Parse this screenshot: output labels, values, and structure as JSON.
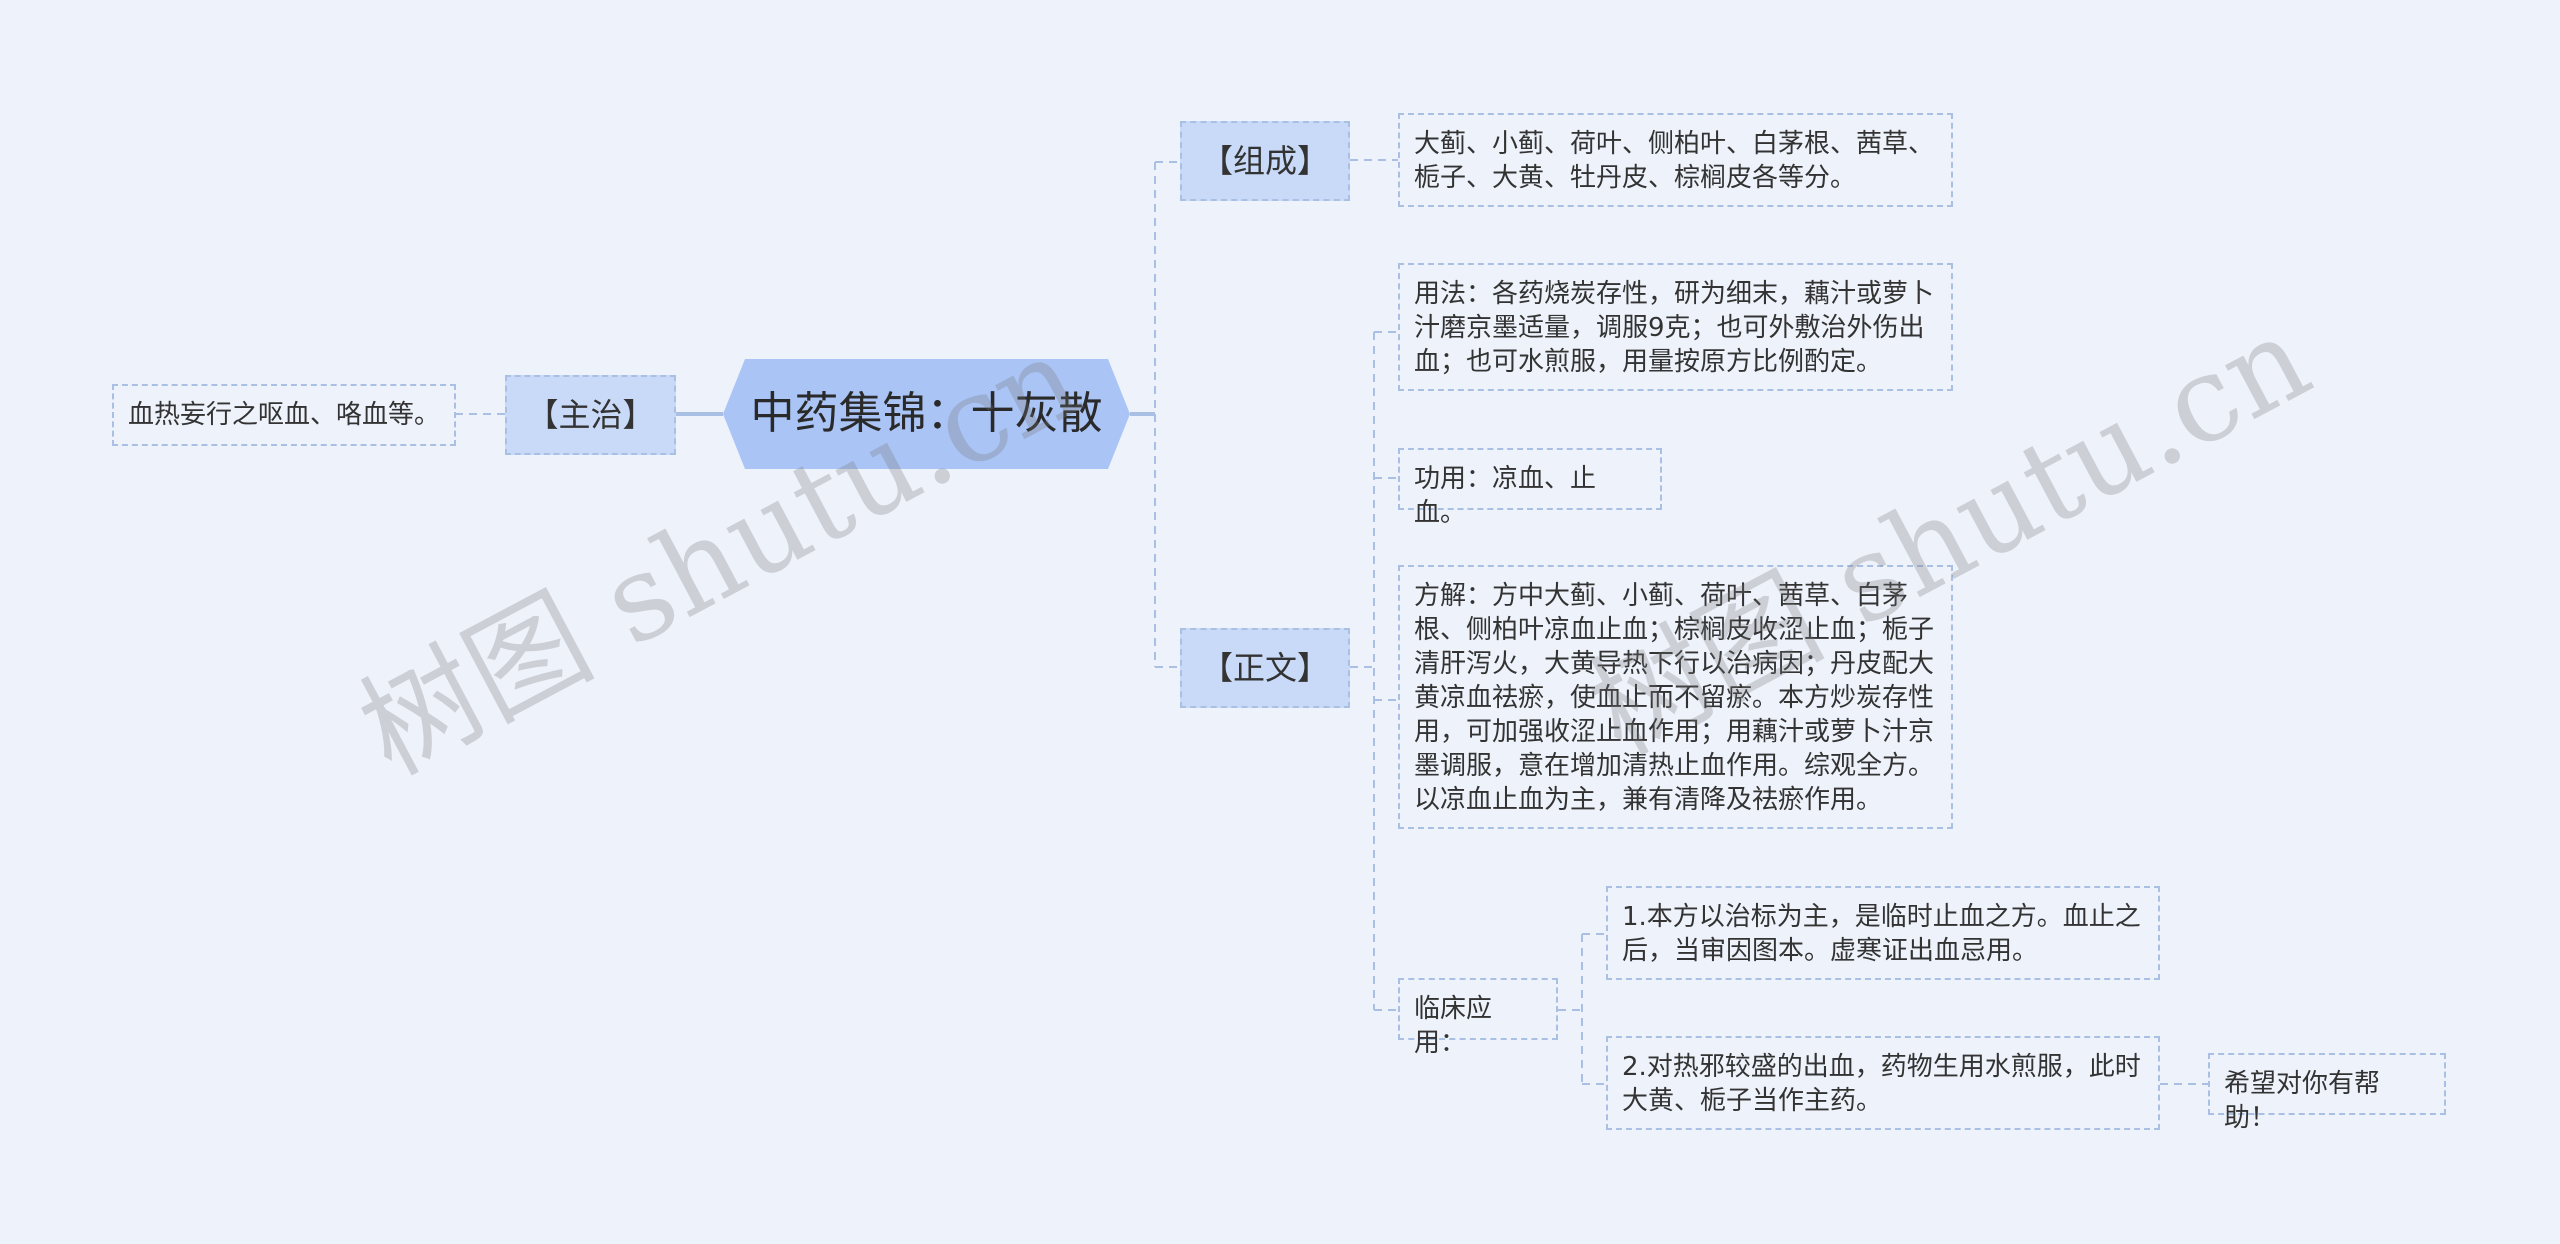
{
  "root": {
    "title": "中药集锦：十灰散"
  },
  "left": {
    "branch_label": "【主治】",
    "leaf": "血热妄行之呕血、咯血等。"
  },
  "right": {
    "zucheng": {
      "label": "【组成】",
      "text": "大蓟、小蓟、荷叶、侧柏叶、白茅根、茜草、栀子、大黄、牡丹皮、棕榈皮各等分。"
    },
    "zhengwen": {
      "label": "【正文】",
      "usage": "用法：各药烧炭存性，研为细末，藕汁或萝卜汁磨京墨适量，调服9克；也可外敷治外伤出血；也可水煎服，用量按原方比例酌定。",
      "function": "功用：凉血、止血。",
      "analysis": "方解：方中大蓟、小蓟、荷叶、茜草、白茅根、侧柏叶凉血止血；棕榈皮收涩止血；栀子清肝泻火，大黄导热下行以治病因；丹皮配大黄凉血祛瘀，使血止而不留瘀。本方炒炭存性用，可加强收涩止血作用；用藕汁或萝卜汁京墨调服，意在增加清热止血作用。综观全方。以凉血止血为主，兼有清降及祛瘀作用。",
      "clinical": {
        "label": "临床应用：",
        "item1": "1.本方以治标为主，是临时止血之方。血止之后，当审因图本。虚寒证出血忌用。",
        "item2": "2.对热邪较盛的出血，药物生用水煎服，此时大黄、栀子当作主药。",
        "item2_child": "希望对你有帮助！"
      }
    }
  },
  "watermarks": [
    "树图 shutu.cn",
    "树图 shutu.cn"
  ],
  "colors": {
    "background": "#eef3fb",
    "root_fill": "#a9c4f5",
    "branch_fill": "#c8daf8",
    "line": "#a9bfe3"
  }
}
